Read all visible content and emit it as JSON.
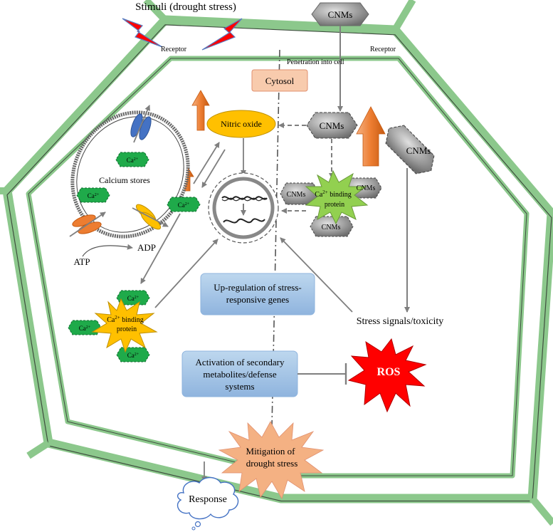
{
  "labels": {
    "stimuli": "Stimuli (drought stress)",
    "receptor_left": "Receptor",
    "receptor_right": "Receptor",
    "penetration": "Penetration into cell",
    "cytosol": "Cytosol",
    "nitric_oxide": "Nitric oxide",
    "calcium_stores": "Calcium stores",
    "atp": "ATP",
    "adp": "ADP",
    "ca": "Ca",
    "ca_sup": "2+",
    "ca_binding_line1": " binding",
    "ca_binding_line2": "protein",
    "cnms": "CNMs",
    "upregulation_line1": "Up-regulation of stress-",
    "upregulation_line2": "responsive genes",
    "activation_line1": "Activation of secondary",
    "activation_line2": "metabolites/defense",
    "activation_line3": "systems",
    "stress_signals": "Stress signals/toxicity",
    "ros": "ROS",
    "mitigation_line1": "Mitigation of",
    "mitigation_line2": "drought stress",
    "response": "Response"
  },
  "colors": {
    "cell_wall": "#8cc88c",
    "membrane": "#4a5a4a",
    "arrow_gray": "#7f7f7f",
    "cnm_fill": "#9a9a9a",
    "ca_green": "#1faa4a",
    "nitric_yellow": "#ffc000",
    "orange_arrow": "#ed7d31",
    "blue_box": "#9dc3e6",
    "cytosol_box": "#f4b183",
    "ros_red": "#ff0000",
    "lightning": "#ff0000",
    "green_star": "#92d050",
    "gold_star": "#ffc000",
    "peach_star": "#f4b183"
  },
  "icons": [
    "lightning-icon",
    "hexagon-icon",
    "channel-icon",
    "dna-icon",
    "cloud-icon",
    "burst-icon"
  ]
}
